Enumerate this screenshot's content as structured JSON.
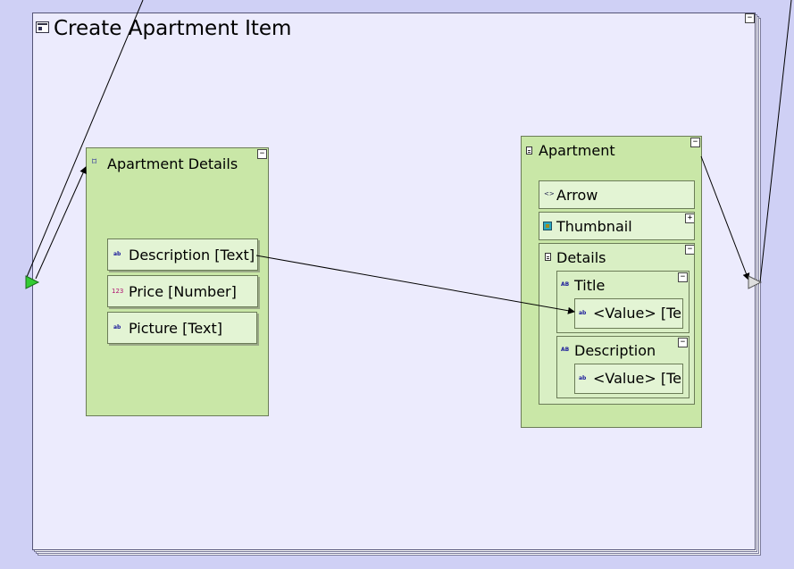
{
  "diagram": {
    "title": "Create Apartment Item",
    "collapse_glyph": "−",
    "expand_glyph": "+"
  },
  "apartment_details": {
    "label": "Apartment Details",
    "fields": [
      {
        "label": "Description [Text]",
        "type_icon": "text-type-icon",
        "type_glyph": "ab"
      },
      {
        "label": "Price [Number]",
        "type_icon": "number-type-icon",
        "type_glyph": "123"
      },
      {
        "label": "Picture [Text]",
        "type_icon": "text-type-icon",
        "type_glyph": "ab"
      }
    ]
  },
  "apartment": {
    "label": "Apartment",
    "arrow_label": "Arrow",
    "thumbnail_label": "Thumbnail",
    "details": {
      "label": "Details",
      "title": {
        "label": "Title",
        "value_label": "<Value> [Te"
      },
      "description": {
        "label": "Description",
        "value_label": "<Value> [Te"
      }
    }
  },
  "glyphs": {
    "arrow_icon": "<>",
    "ab_icon": "AB",
    "text_icon": "ab"
  },
  "colors": {
    "canvas": "#cfd0f5",
    "frame": "#ecebfd",
    "panel": "#c9e7a7",
    "field": "#e3f4d4",
    "start_marker": "#33cc33",
    "end_marker": "#dddddd"
  }
}
